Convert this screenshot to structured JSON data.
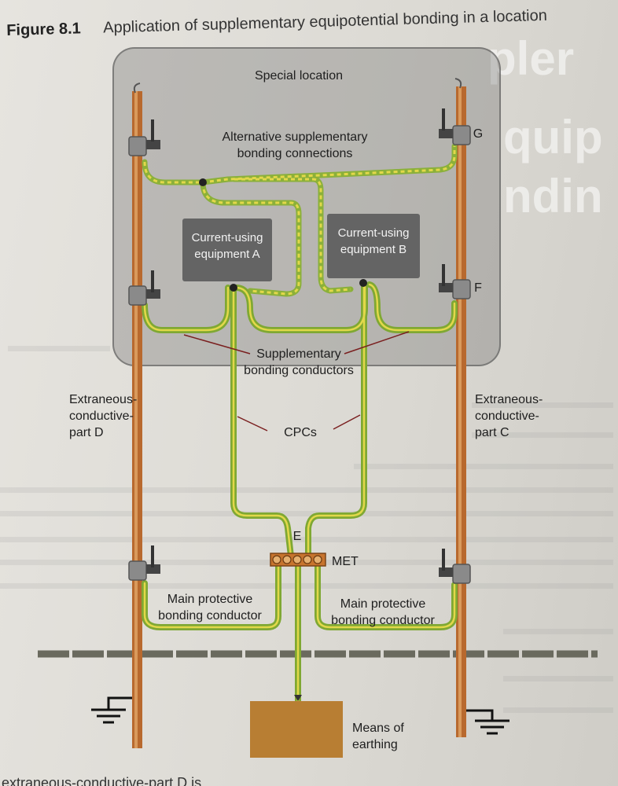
{
  "figure": {
    "number": "Figure 8.1",
    "title": "Application of supplementary equipotential bonding in a location"
  },
  "location_label": "Special location",
  "labels": {
    "alt_bonding": "Alternative supplementary bonding connections",
    "supp_bonding": "Supplementary bonding conductors",
    "cpcs": "CPCs",
    "part_d": "Extraneous-conductive-part D",
    "part_c": "Extraneous-conductive-part C",
    "main_bonding_left": "Main protective bonding conductor",
    "main_bonding_right": "Main protective bonding conductor",
    "met": "MET",
    "e": "E",
    "g": "G",
    "f": "F",
    "means_of_earthing": "Means of earthing"
  },
  "equipment": {
    "a": "Current-using equipment A",
    "b": "Current-using equipment B"
  },
  "footer_text": "extraneous-conductive-part D is",
  "colors": {
    "pipe": "#b8692e",
    "conductor_green": "#8bb03a",
    "conductor_yellow": "#e2d84a",
    "equipment_box": "#646464",
    "earthing_box": "#b87e33",
    "leader": "#7a1f1f"
  }
}
